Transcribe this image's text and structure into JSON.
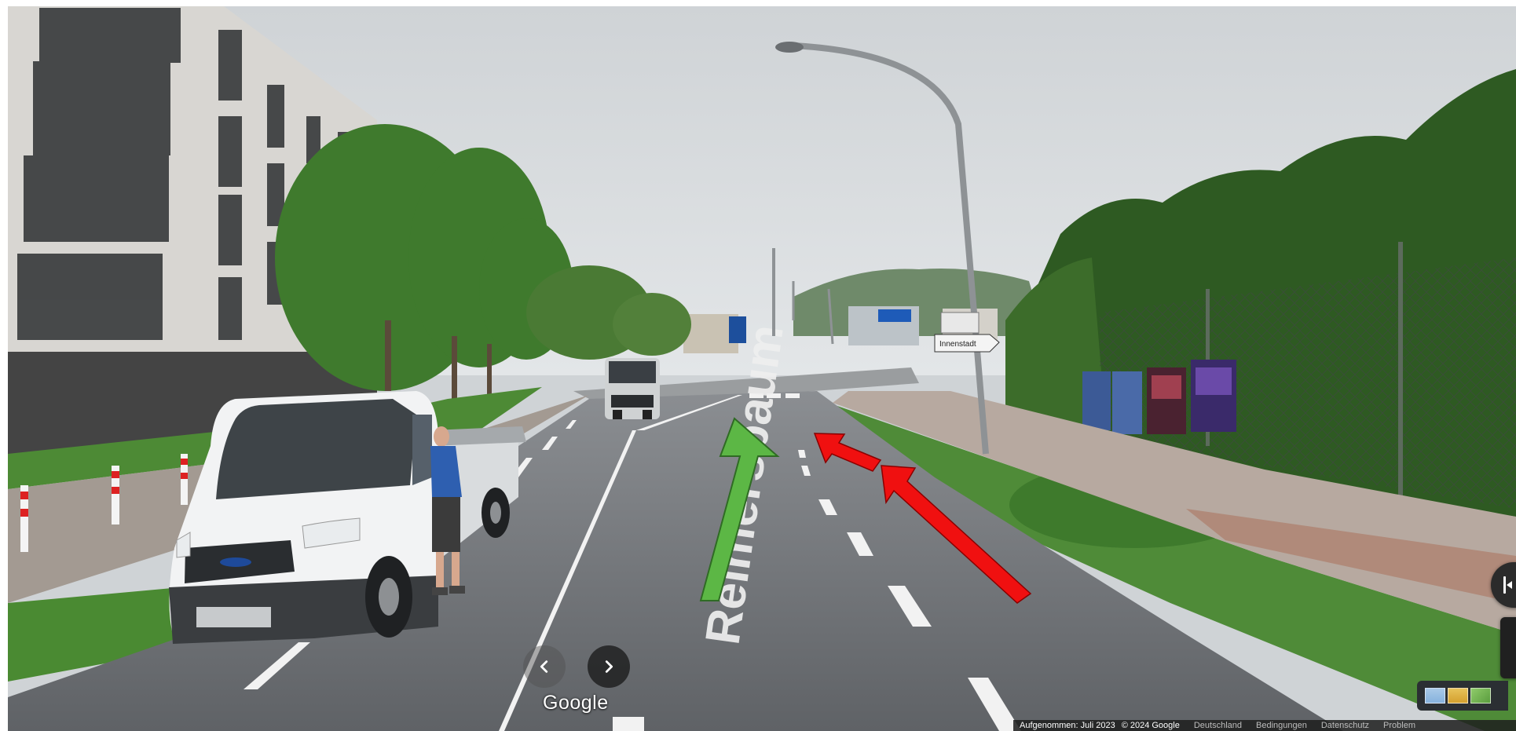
{
  "street_label": "Reimersbaum",
  "sign_label": "Innenstadt",
  "logo": "Google",
  "nav": {
    "prev_icon": "chevron-left-icon",
    "next_icon": "chevron-right-icon"
  },
  "footer": {
    "captured": "Aufgenommen: Juli 2023",
    "copyright": "© 2024 Google",
    "country": "Deutschland",
    "terms": "Bedingungen",
    "privacy": "Datenschutz",
    "report": "Problem"
  },
  "colors": {
    "green_arrow": "#5cb745",
    "red_arrow": "#f01010",
    "road": "#6f7276",
    "sky": "#d7dadc"
  }
}
